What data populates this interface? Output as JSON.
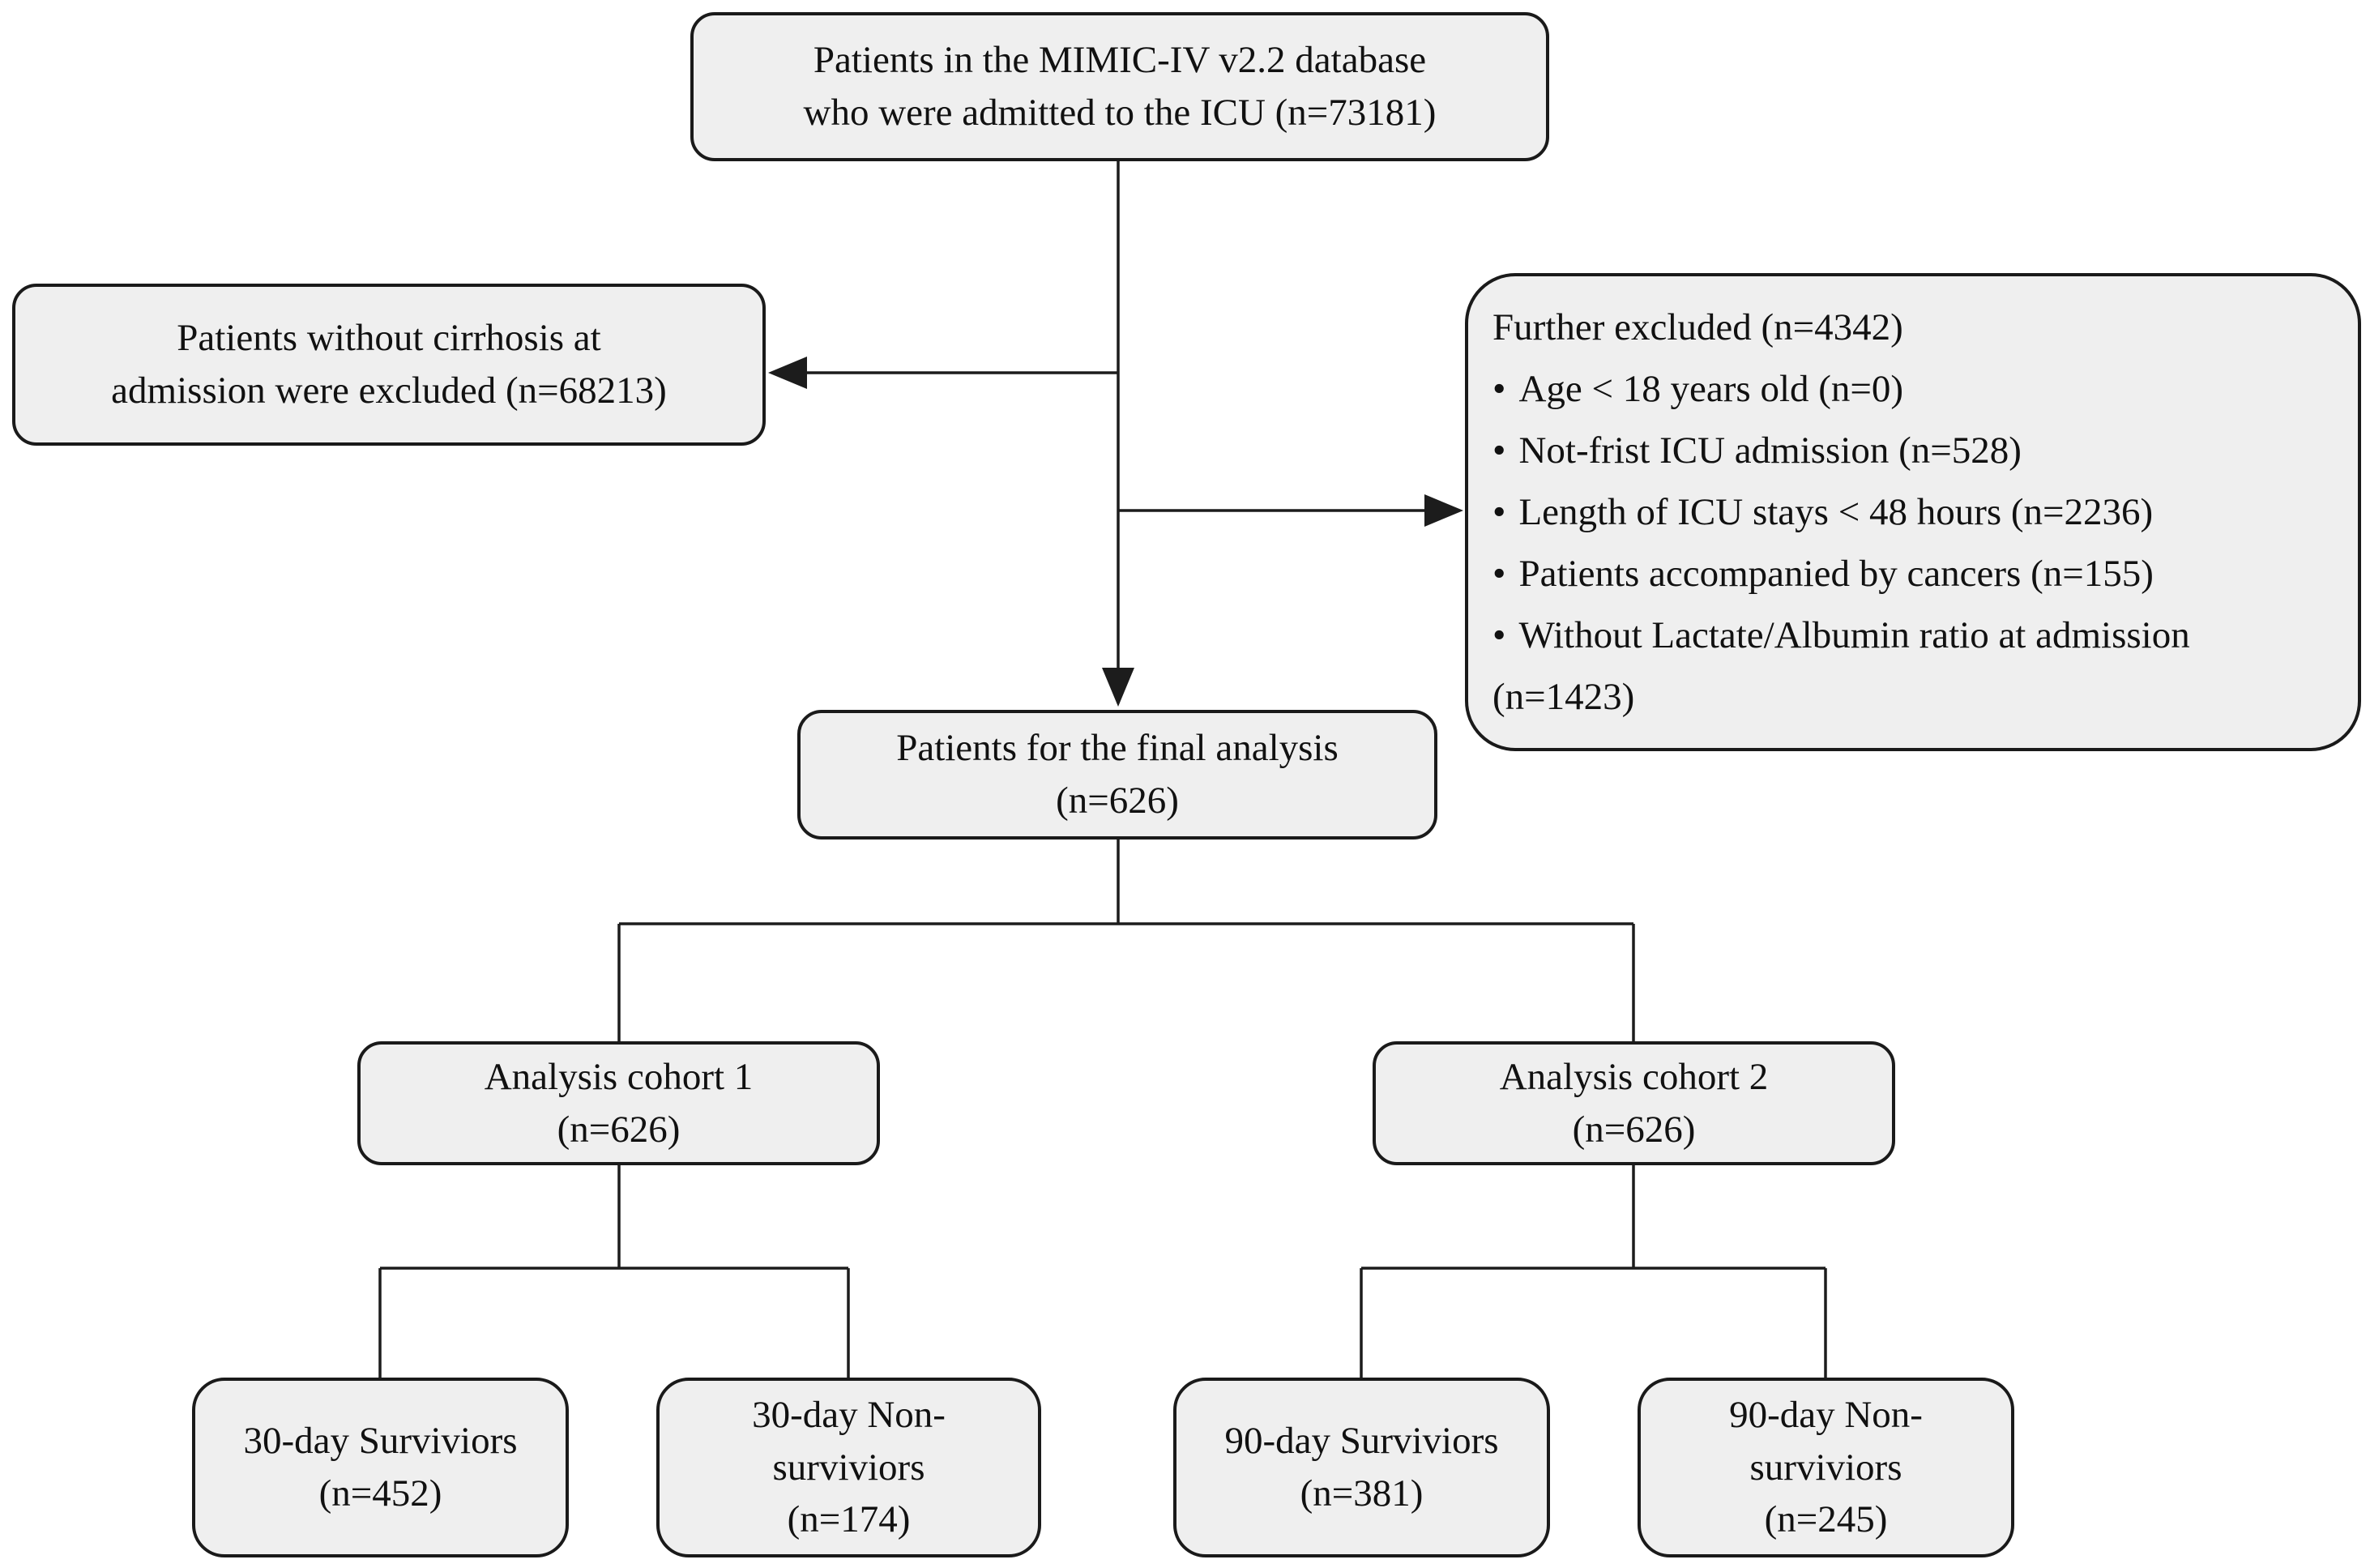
{
  "diagram": {
    "source": {
      "lines": [
        "Patients in the MIMIC-IV v2.2 database",
        "who were admitted to the ICU (n=73181)"
      ]
    },
    "excluded_cirrhosis": {
      "lines": [
        "Patients without cirrhosis at",
        "admission were excluded (n=68213)"
      ]
    },
    "further_excluded": {
      "title": "Further excluded (n=4342)",
      "bullet": "•",
      "items": [
        "Age < 18 years old (n=0)",
        "Not-frist ICU admission (n=528)",
        "Length of ICU stays < 48 hours (n=2236)",
        "Patients accompanied by cancers (n=155)",
        "Without Lactate/Albumin ratio at admission (n=1423)"
      ]
    },
    "final_analysis": {
      "lines": [
        "Patients for the final analysis",
        "(n=626)"
      ]
    },
    "cohort1": {
      "lines": [
        "Analysis cohort 1",
        "(n=626)"
      ]
    },
    "cohort2": {
      "lines": [
        "Analysis cohort 2",
        "(n=626)"
      ]
    },
    "survivors_30": {
      "lines": [
        "30-day Surviviors",
        "(n=452)"
      ]
    },
    "nonsurvivors_30": {
      "lines": [
        "30-day Non-",
        "surviviors",
        "(n=174)"
      ]
    },
    "survivors_90": {
      "lines": [
        "90-day Surviviors",
        "(n=381)"
      ]
    },
    "nonsurvivors_90": {
      "lines": [
        "90-day Non-",
        "surviviors",
        "(n=245)"
      ]
    }
  },
  "colors": {
    "box_fill": "#efefef",
    "box_border": "#1a1a1a",
    "connector": "#1c1c1c",
    "background": "#ffffff"
  }
}
